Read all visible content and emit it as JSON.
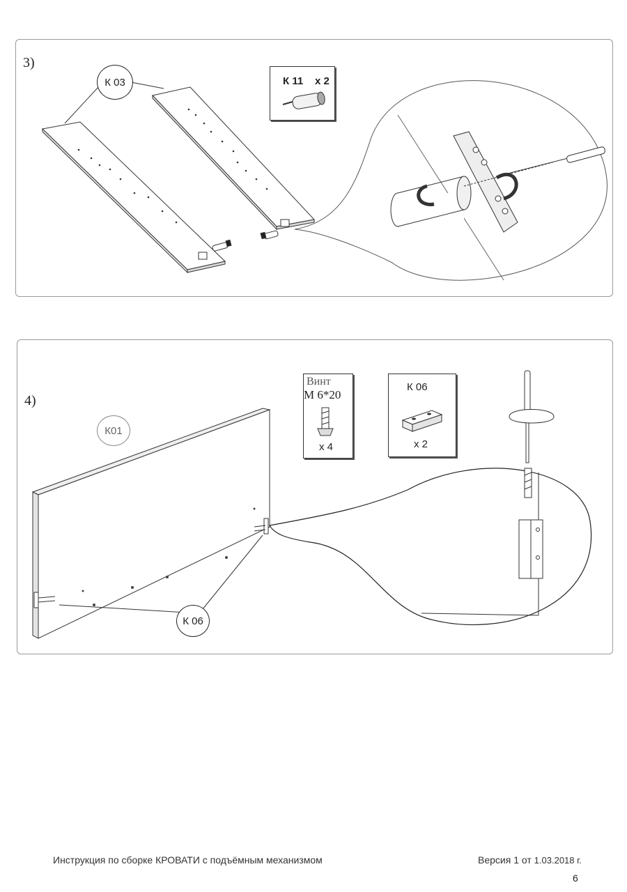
{
  "steps": [
    {
      "number": "3)",
      "part_label": "К 03",
      "hardware": {
        "code": "К 11",
        "qty": "x 2"
      }
    },
    {
      "number": "4)",
      "part_label": "К01",
      "bracket_label": "К 06",
      "hardware": [
        {
          "name": "Винт",
          "size": "М 6*20",
          "qty": "x 4"
        },
        {
          "code": "К 06",
          "qty": "x 2"
        }
      ]
    }
  ],
  "footer": {
    "title": "Инструкция по сборке КРОВАТИ с подъёмным механизмом",
    "version_prefix": "Версия 1 от",
    "version_date": "1.03.2018 г.",
    "page_number": "6"
  }
}
